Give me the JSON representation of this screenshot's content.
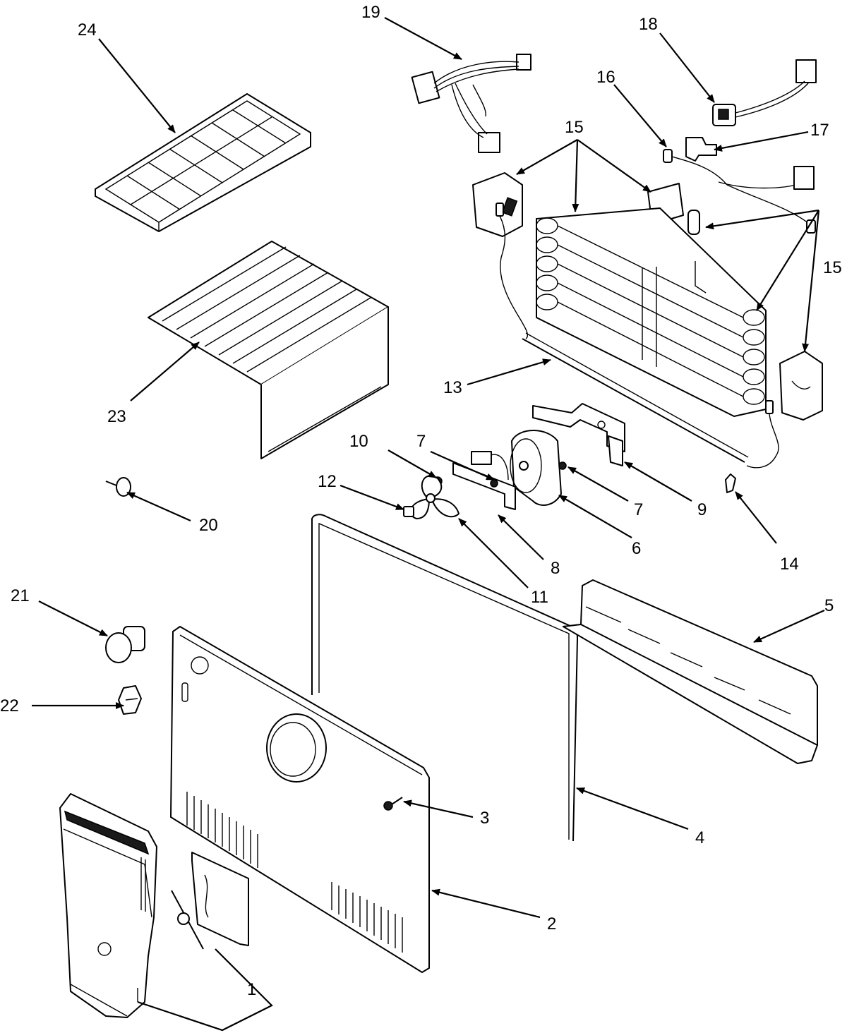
{
  "diagram": {
    "type": "exploded-parts-diagram",
    "callouts": [
      {
        "id": "1",
        "label": "1",
        "part": "control-housing-assembly"
      },
      {
        "id": "2",
        "label": "2",
        "part": "rear-panel"
      },
      {
        "id": "3",
        "label": "3",
        "part": "screw"
      },
      {
        "id": "4",
        "label": "4",
        "part": "gasket"
      },
      {
        "id": "5",
        "label": "5",
        "part": "mounting-rail"
      },
      {
        "id": "6",
        "label": "6",
        "part": "fan-motor"
      },
      {
        "id": "7a",
        "label": "7",
        "part": "grommet"
      },
      {
        "id": "7b",
        "label": "7",
        "part": "grommet"
      },
      {
        "id": "8",
        "label": "8",
        "part": "motor-bracket"
      },
      {
        "id": "9",
        "label": "9",
        "part": "motor-mount-bracket"
      },
      {
        "id": "10",
        "label": "10",
        "part": "screw"
      },
      {
        "id": "11",
        "label": "11",
        "part": "fan-blade"
      },
      {
        "id": "12",
        "label": "12",
        "part": "retainer-nut"
      },
      {
        "id": "13",
        "label": "13",
        "part": "defrost-heater"
      },
      {
        "id": "14",
        "label": "14",
        "part": "clip"
      },
      {
        "id": "15a",
        "label": "15",
        "part": "evaporator-assembly"
      },
      {
        "id": "15b",
        "label": "15",
        "part": "evaporator-assembly"
      },
      {
        "id": "16",
        "label": "16",
        "part": "thermostat-wire"
      },
      {
        "id": "17",
        "label": "17",
        "part": "clip"
      },
      {
        "id": "18",
        "label": "18",
        "part": "harness-connector"
      },
      {
        "id": "19",
        "label": "19",
        "part": "wire-harness"
      },
      {
        "id": "20",
        "label": "20",
        "part": "plug"
      },
      {
        "id": "21",
        "label": "21",
        "part": "plug"
      },
      {
        "id": "22",
        "label": "22",
        "part": "light-lens"
      },
      {
        "id": "23",
        "label": "23",
        "part": "shelf"
      },
      {
        "id": "24",
        "label": "24",
        "part": "ice-tray"
      }
    ]
  }
}
